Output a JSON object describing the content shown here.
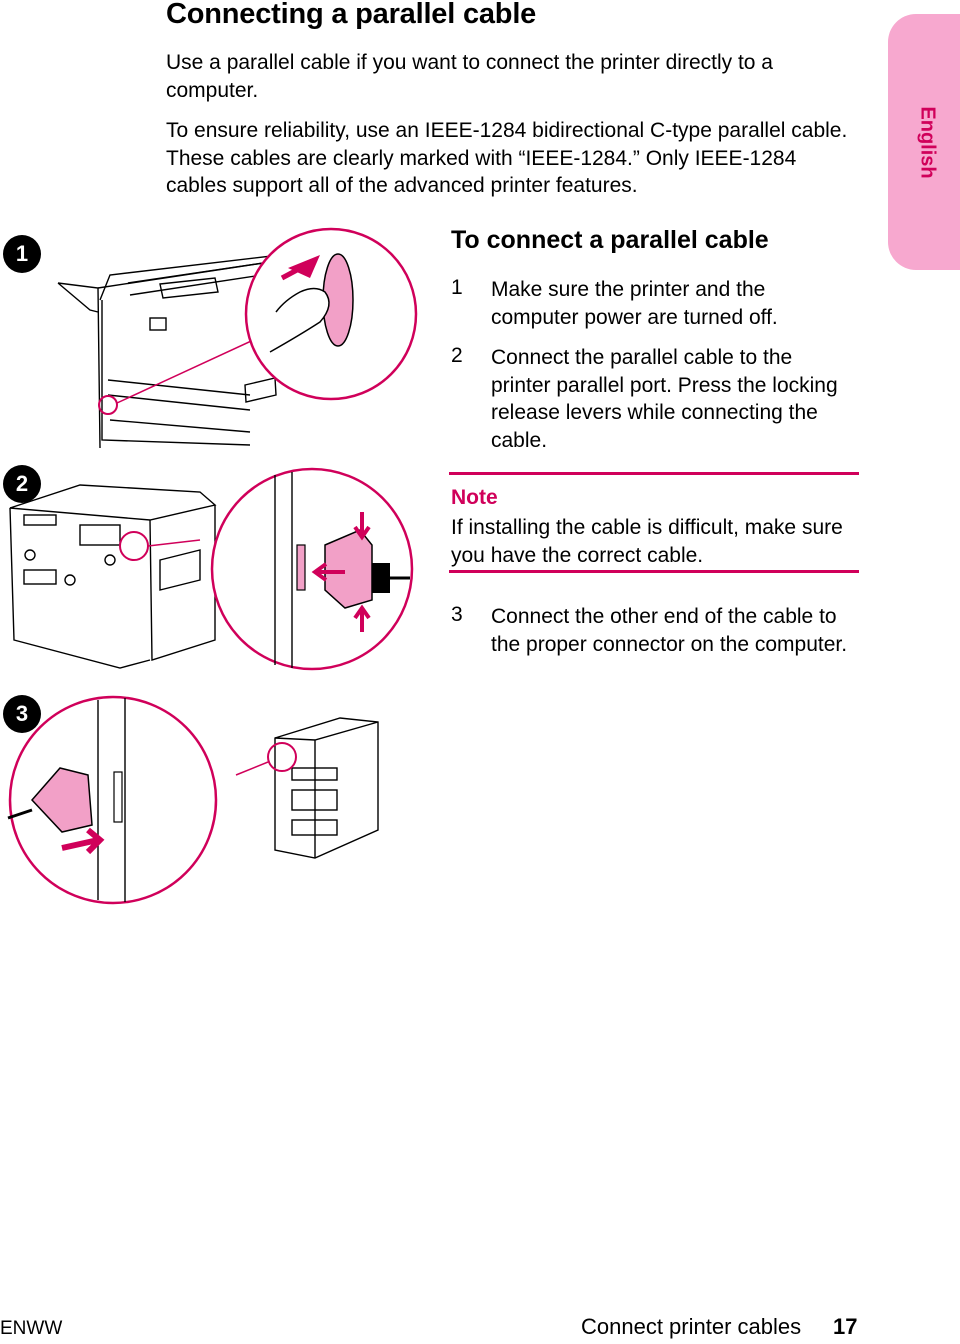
{
  "page": {
    "title": "Connecting a parallel cable",
    "intro1": "Use a parallel cable if you want to connect the printer directly to a computer.",
    "intro2": "To ensure reliability, use an IEEE-1284 bidirectional C-type parallel cable. These cables are clearly marked with “IEEE-1284.” Only IEEE-1284 cables support all of the advanced printer features.",
    "language_tab": "English"
  },
  "figure": {
    "callouts": [
      "1",
      "2",
      "3"
    ]
  },
  "procedure": {
    "heading": "To connect a parallel cable",
    "steps": [
      {
        "num": "1",
        "text": "Make sure the printer and the computer power are turned off."
      },
      {
        "num": "2",
        "text": "Connect the parallel cable to the printer parallel port. Press the locking release levers while connecting the cable."
      },
      {
        "num": "3",
        "text": "Connect the other end of the cable to the proper connector on the computer."
      }
    ],
    "note": {
      "label": "Note",
      "text": "If installing the cable is difficult, make sure you have the correct cable."
    }
  },
  "footer": {
    "left": "ENWW",
    "section": "Connect printer cables",
    "page_number": "17"
  },
  "colors": {
    "accent": "#d0005a",
    "tab": "#f7a8cf"
  }
}
